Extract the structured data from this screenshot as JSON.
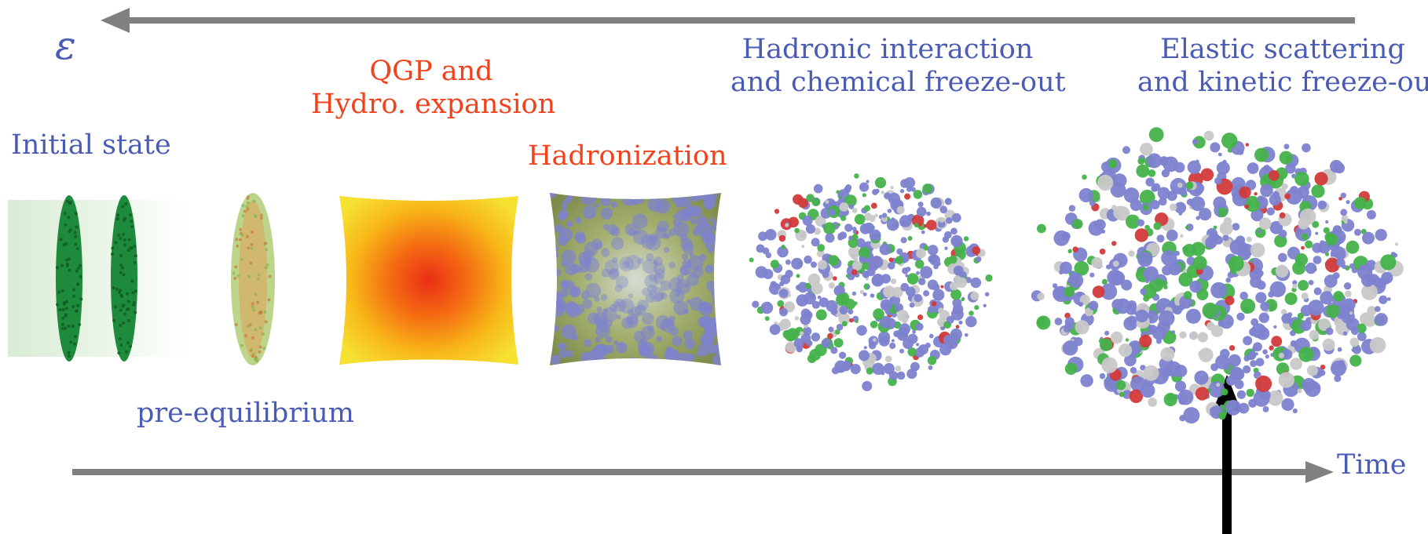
{
  "colors": {
    "label_blue": "#4a5bb5",
    "label_red": "#f2421b",
    "arrow_gray": "#808080",
    "arrow_black": "#000000",
    "nucleus_green": "#1e8a3c",
    "qgp_core": "#ea2e16",
    "qgp_edge": "#f6e030",
    "hadron_blue": "#7d82cf",
    "hadron_green": "#46b24b",
    "hadron_red": "#d23a3a",
    "hadron_gray": "#c8c8c8"
  },
  "labels": {
    "energy_symbol": "ε",
    "initial_state": "Initial state",
    "pre_equilibrium": "pre-equilibrium",
    "qgp_line1": "QGP and",
    "qgp_line2": "Hydro. expansion",
    "hadronization": "Hadronization",
    "hadronic_line1": "Hadronic interaction",
    "hadronic_line2": "and chemical freeze-out",
    "elastic_line1": "Elastic scattering",
    "elastic_line2": "and kinetic freeze-out",
    "time": "Time"
  },
  "icons": {
    "top_arrow": "arrow-left-icon",
    "bottom_arrow": "arrow-right-icon",
    "marker_arrow": "arrow-up-icon"
  }
}
